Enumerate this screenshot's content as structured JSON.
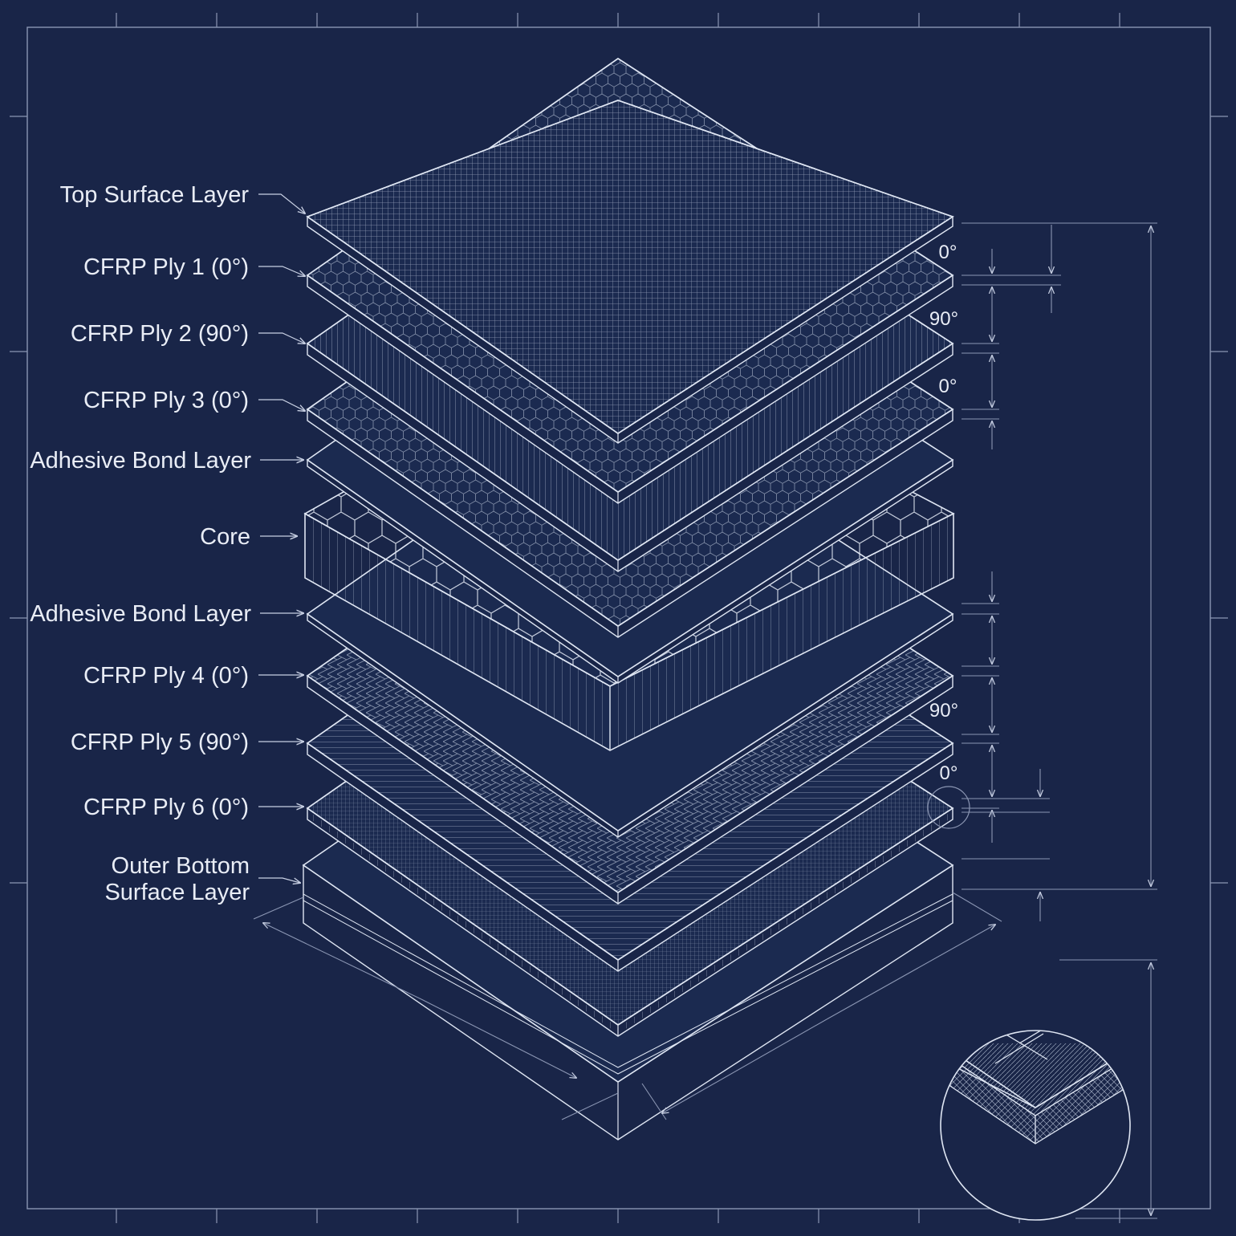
{
  "colors": {
    "background": "#192548",
    "line": "#dfe6f3",
    "dim_line": "#8b96b3",
    "label": "#e9edf6"
  },
  "labels": {
    "top_surface": "Top Surface Layer",
    "ply1": "CFRP Ply 1 (0°)",
    "ply2": "CFRP Ply 2 (90°)",
    "ply3": "CFRP Ply 3 (0°)",
    "adhesive_top": "Adhesive Bond Layer",
    "core": "Core",
    "adhesive_bottom": "Adhesive Bond Layer",
    "ply4": "CFRP Ply 4 (0°)",
    "ply5": "CFRP Ply 5 (90°)",
    "ply6": "CFRP Ply 6 (0°)",
    "outer_bottom_line1": "Outer Bottom",
    "outer_bottom_line2": "Surface Layer"
  },
  "angles": {
    "ply1": "0°",
    "ply2": "90°",
    "ply3": "0°",
    "ply5": "90°",
    "ply6": "0°"
  },
  "icons": {
    "detail_view": "circular-detail-inset-icon",
    "leader_arrow": "arrow-right-icon"
  }
}
